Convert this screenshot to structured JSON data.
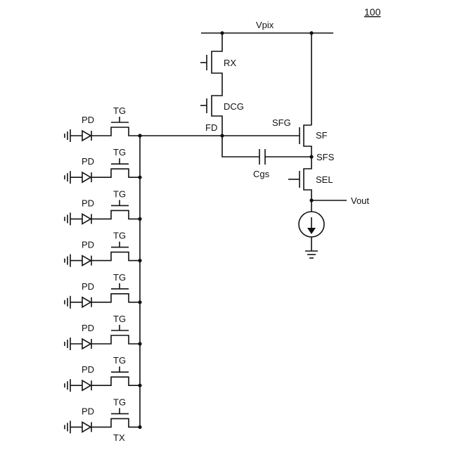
{
  "figure_number": "100",
  "supply_label": "Vpix",
  "output_label": "Vout",
  "nodes": {
    "fd": "FD",
    "sfg": "SFG",
    "sfs": "SFS"
  },
  "transistors": {
    "reset": "RX",
    "dcg": "DCG",
    "source_follower": "SF",
    "select": "SEL"
  },
  "capacitor": "Cgs",
  "pixels": {
    "photodiode_label": "PD",
    "transfer_gate_label": "TG",
    "count": 8
  },
  "bottom_label": "TX"
}
